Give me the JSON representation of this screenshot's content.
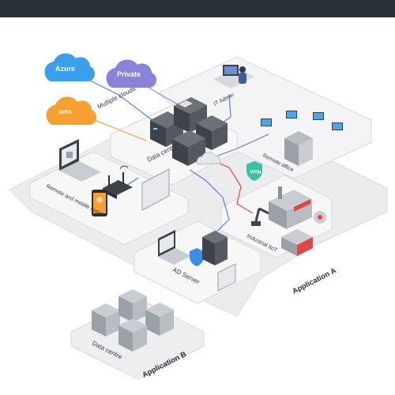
{
  "clouds": {
    "azure": "Azure",
    "private": "Private",
    "aws": "aws",
    "caption": "Multiple clouds"
  },
  "nodes": {
    "it_admin": "IT Admin",
    "data_centre_main": "Data centre",
    "remote_office": "Remote office",
    "vpn": "VPN",
    "remote_users": "Remote and mobile users",
    "industrial_iiot": "Industrial IIoT",
    "ad_server": "AD Server",
    "data_centre_b": "Data centre"
  },
  "zones": {
    "application_a": "Application A",
    "application_b": "Application B"
  },
  "colors": {
    "azure": "#3aa0ec",
    "private": "#8a83d9",
    "aws": "#f5a031",
    "link_blue": "#5a7fd6",
    "link_red": "#e04848",
    "link_orange": "#f5a031",
    "link_purple": "#9a8fdc",
    "vpn_green": "#3bbfa5"
  },
  "icons": {
    "server": "server-stack-icon",
    "laptop": "laptop-icon",
    "monitor": "monitor-icon",
    "router": "wifi-router-icon",
    "phone": "mobile-phone-icon",
    "shield": "shield-check-icon",
    "factory": "factory-icon",
    "robot_arm": "robot-arm-icon",
    "truck": "truck-icon",
    "gear": "gear-icon",
    "apple": "apple-icon",
    "windows": "windows-icon",
    "linux": "linux-icon"
  }
}
